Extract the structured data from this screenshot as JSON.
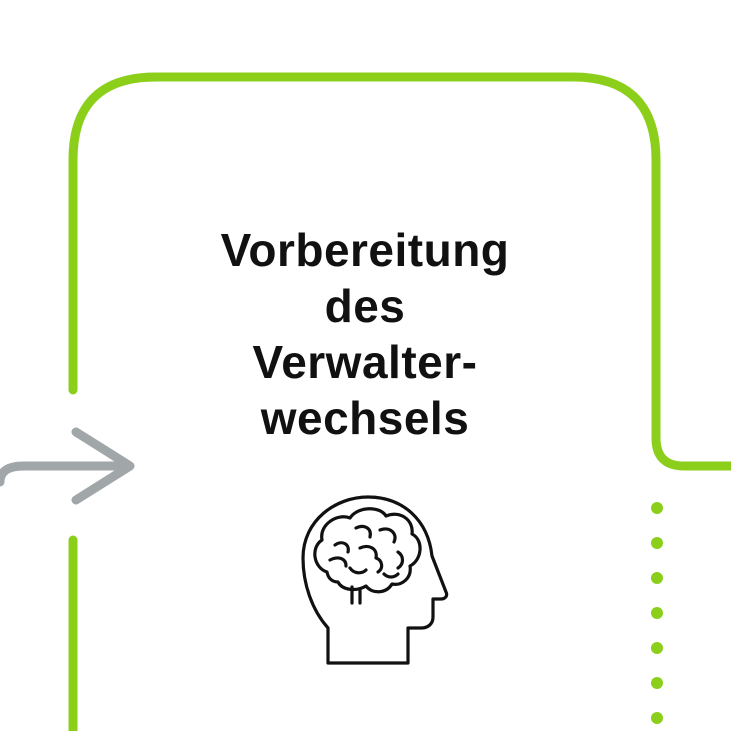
{
  "step": {
    "title_lines": [
      "Vorbereitung",
      "des",
      "Verwalter-",
      "wechsels"
    ],
    "icon": "brain-head-icon"
  },
  "colors": {
    "frame": "#8ccf1b",
    "dots": "#8ccf1b",
    "arrow": "#a1a6a9",
    "text": "#111111",
    "icon": "#111111"
  }
}
